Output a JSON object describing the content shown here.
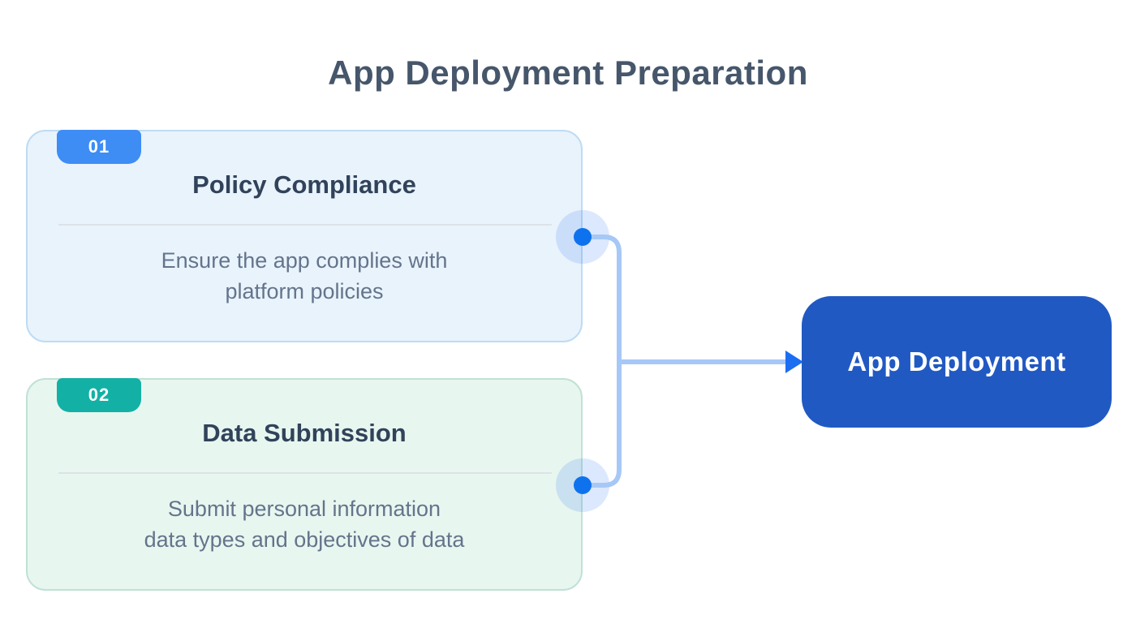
{
  "title": "App Deployment Preparation",
  "title_color": "#46566b",
  "cards": [
    {
      "number": "01",
      "title": "Policy Compliance",
      "description_lines": [
        "Ensure the app complies with",
        "platform policies"
      ],
      "accent_color": "#3e8df5",
      "bg_color": "#e9f3fc",
      "border_color": "#bddcf5"
    },
    {
      "number": "02",
      "title": "Data Submission",
      "description_lines": [
        "Submit personal information",
        "data types and objectives of data"
      ],
      "accent_color": "#13b1a5",
      "bg_color": "#e8f6f0",
      "border_color": "#bfe2d5"
    }
  ],
  "result_node": {
    "label": "App Deployment",
    "bg_color": "#2159c3",
    "text_color": "#ffffff"
  },
  "connector": {
    "line_color": "#a6c8f7",
    "dot_color": "#0e72ee",
    "halo_color": "rgba(59,130,246,0.18)",
    "arrow_color": "#1b6ef2"
  }
}
